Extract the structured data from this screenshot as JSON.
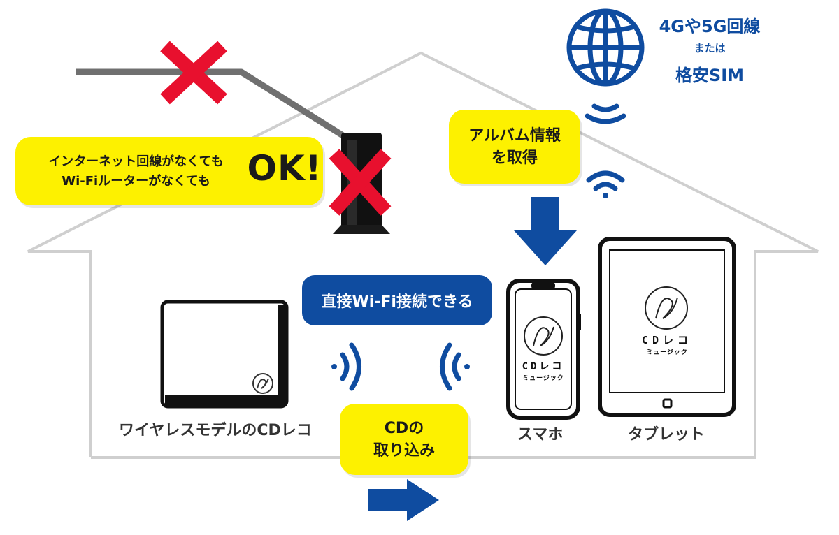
{
  "colors": {
    "yellow": "#fdf100",
    "blue": "#0f4ca0",
    "red": "#e8102e",
    "house_outline": "#cfcfcf",
    "cable": "#707070"
  },
  "network": {
    "line1": "4Gや5G回線",
    "line2": "または",
    "line3": "格安SIM",
    "icon": "globe-icon"
  },
  "ok_bubble": {
    "line1": "インターネット回線がなくても",
    "line2": "Wi-Fiルーターがなくても",
    "ok": "OK!"
  },
  "album_bubble": {
    "line1": "アルバム情報",
    "line2": "を取得"
  },
  "direct_bubble": {
    "text": "直接Wi-Fi接続できる"
  },
  "cd_bubble": {
    "line1": "CDの",
    "line2": "取り込み"
  },
  "devices": {
    "cdreco": {
      "label": "ワイヤレスモデルのCDレコ"
    },
    "phone": {
      "label": "スマホ",
      "logo_line1": "CDレコ",
      "logo_line2": "ミュージック"
    },
    "tablet": {
      "label": "タブレット",
      "logo_line1": "CDレコ",
      "logo_line2": "ミュージック"
    }
  },
  "icons": [
    "globe-icon",
    "wifi-signal-icon",
    "cross-icon",
    "router-icon",
    "arrow-down-icon",
    "arrow-right-icon",
    "cdreco-logo-icon"
  ]
}
